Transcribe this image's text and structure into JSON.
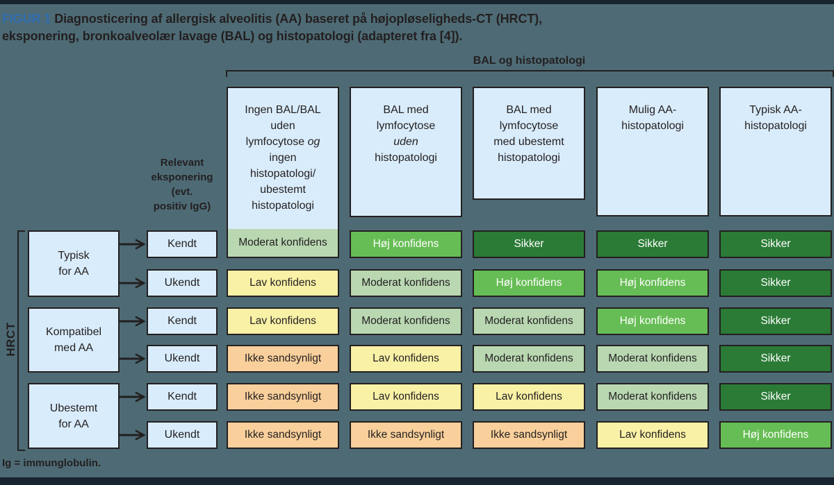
{
  "title": {
    "label": "FIGUR 1",
    "text": "Diagnosticering af allergisk alveolitis (AA) baseret på højopløseligheds-CT (HRCT),\neksponering, bronkoalveolær lavage (BAL) og histopatologi (adapteret fra [4])."
  },
  "bal_header": "BAL og histopatologi",
  "hrct_label": "HRCT",
  "exposure_label": "Relevant\neksponering\n(evt.\npositiv IgG)",
  "columns": [
    "Ingen BAL/BAL\nuden\nlymfocytose *og*\ningen\nhistopatologi/\nubestemt\nhistopatologi",
    "BAL med\nlymfocytose\n*uden*\nhistopatologi",
    "BAL med\nlymfocytose\nmed ubestemt\nhistopatologi",
    "Mulig AA-\nhistopatologi",
    "Typisk AA-\nhistopatologi"
  ],
  "hrct_rows": [
    "Typisk\nfor AA",
    "Kompatibel\nmed AA",
    "Ubestemt\nfor AA"
  ],
  "exposure_rows": [
    "Kendt",
    "Ukendt",
    "Kendt",
    "Ukendt",
    "Kendt",
    "Ukendt"
  ],
  "matrix": [
    [
      {
        "label": "Moderat konfidens",
        "level": "moderat"
      },
      {
        "label": "Høj konfidens",
        "level": "hoj"
      },
      {
        "label": "Sikker",
        "level": "sikker"
      },
      {
        "label": "Sikker",
        "level": "sikker"
      },
      {
        "label": "Sikker",
        "level": "sikker"
      }
    ],
    [
      {
        "label": "Lav konfidens",
        "level": "lav"
      },
      {
        "label": "Moderat konfidens",
        "level": "moderat"
      },
      {
        "label": "Høj konfidens",
        "level": "hoj"
      },
      {
        "label": "Høj konfidens",
        "level": "hoj"
      },
      {
        "label": "Sikker",
        "level": "sikker"
      }
    ],
    [
      {
        "label": "Lav konfidens",
        "level": "lav"
      },
      {
        "label": "Moderat konfidens",
        "level": "moderat"
      },
      {
        "label": "Moderat konfidens",
        "level": "moderat"
      },
      {
        "label": "Høj konfidens",
        "level": "hoj"
      },
      {
        "label": "Sikker",
        "level": "sikker"
      }
    ],
    [
      {
        "label": "Ikke sandsynligt",
        "level": "ikke"
      },
      {
        "label": "Lav konfidens",
        "level": "lav"
      },
      {
        "label": "Moderat konfidens",
        "level": "moderat"
      },
      {
        "label": "Moderat konfidens",
        "level": "moderat"
      },
      {
        "label": "Sikker",
        "level": "sikker"
      }
    ],
    [
      {
        "label": "Ikke sandsynligt",
        "level": "ikke"
      },
      {
        "label": "Lav konfidens",
        "level": "lav"
      },
      {
        "label": "Lav konfidens",
        "level": "lav"
      },
      {
        "label": "Moderat konfidens",
        "level": "moderat"
      },
      {
        "label": "Sikker",
        "level": "sikker"
      }
    ],
    [
      {
        "label": "Ikke sandsynligt",
        "level": "ikke"
      },
      {
        "label": "Ikke sandsynligt",
        "level": "ikke"
      },
      {
        "label": "Ikke sandsynligt",
        "level": "ikke"
      },
      {
        "label": "Lav konfidens",
        "level": "lav"
      },
      {
        "label": "Høj konfidens",
        "level": "hoj"
      }
    ]
  ],
  "footer": "Ig = immunglobulin.",
  "colors": {
    "background": "#4e6b75",
    "border_bars": "#182430",
    "box_blue": "#d9ecfb",
    "outline": "#231f20",
    "figure_label_blue": "#2e6cb0",
    "level_ikke": "#f9d09b",
    "level_lav": "#f8f1a6",
    "level_moderat": "#b9d8b2",
    "level_hoj": "#67bd55",
    "level_sikker": "#2b7b36"
  }
}
